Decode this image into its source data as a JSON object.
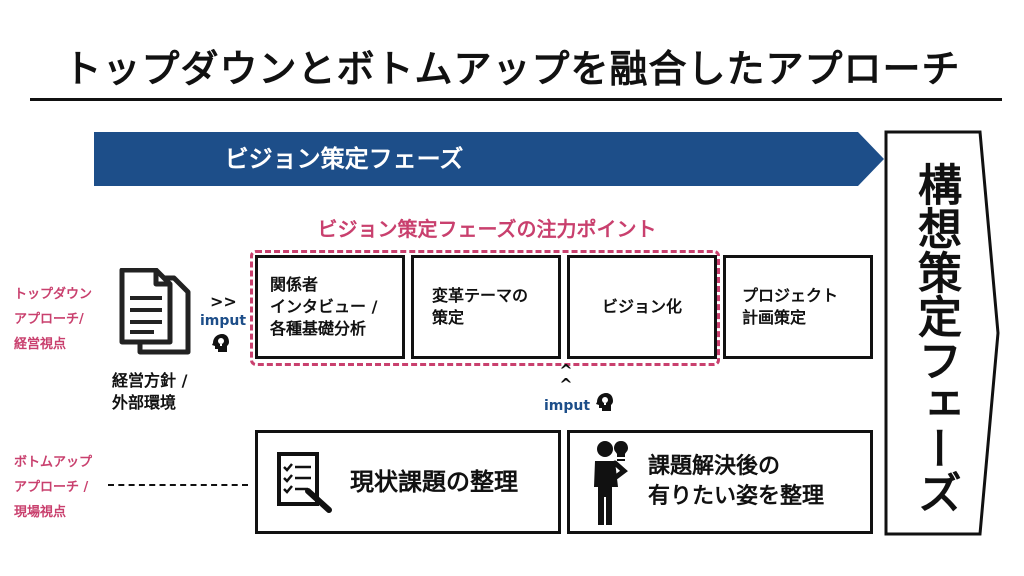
{
  "title": "トップダウンとボトムアップを融合したアプローチ",
  "phase_banner": {
    "label": "ビジョン策定フェーズ",
    "color": "#1d4e89"
  },
  "side_phase": {
    "label": "構想策定フェーズ"
  },
  "focus": {
    "title": "ビジョン策定フェーズの注力ポイント",
    "color": "#c9406e"
  },
  "steps": [
    {
      "line1": "関係者",
      "line2": "インタビュー /",
      "line3": "各種基礎分析"
    },
    {
      "line1": "変革テーマの",
      "line2": "策定"
    },
    {
      "line1": "ビジョン化"
    },
    {
      "line1": "プロジェクト",
      "line2": "計画策定"
    }
  ],
  "topdown": {
    "label_line1": "トップダウン",
    "label_line2": "アプローチ/",
    "label_line3": "経営視点",
    "doc_icon": "documents-icon",
    "doc_label_line1": "経営方針 /",
    "doc_label_line2": "外部環境",
    "arrow": ">>",
    "input_label": "imput",
    "bulb_icon": "head-lightbulb-icon"
  },
  "bottomup": {
    "label_line1": "ボトムアップ",
    "label_line2": "アプローチ /",
    "label_line3": "現場視点",
    "arrow": "^",
    "input_label": "imput",
    "bulb_icon": "head-lightbulb-icon"
  },
  "bottom_boxes": [
    {
      "icon": "checklist-icon",
      "label": "現状課題の整理"
    },
    {
      "icon": "thinking-person-icon",
      "line1": "課題解決後の",
      "line2": "有りたい姿を整理"
    }
  ]
}
